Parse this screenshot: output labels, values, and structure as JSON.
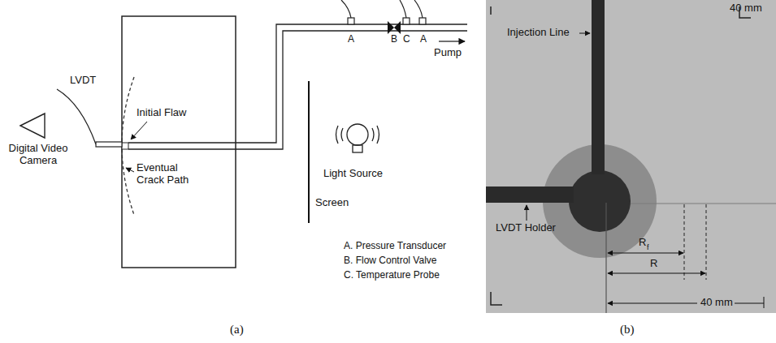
{
  "diagram": {
    "labels": [
      "LVDT",
      "Initial Flaw",
      "Digital Video Camera",
      "Eventual Crack Path",
      "A",
      "B",
      "C",
      "A",
      "Pump",
      "Light Source",
      "Screen",
      "A. Pressure Transducer",
      "B. Flow Control Valve",
      "C. Temperature Probe",
      "(a)",
      "40 mm",
      "Injection Line",
      "LVDT Holder",
      "R",
      "f",
      "R",
      "40 mm",
      "(b)"
    ]
  }
}
